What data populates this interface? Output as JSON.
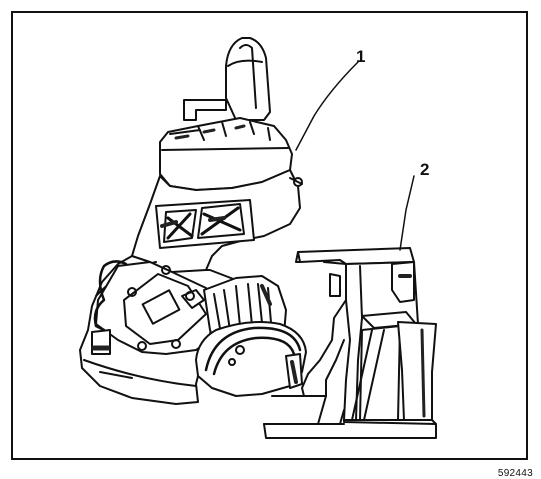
{
  "callouts": [
    {
      "label": "1"
    },
    {
      "label": "2"
    }
  ],
  "figure_number": "592443",
  "colors": {
    "line": "#111111",
    "fill": "#ffffff",
    "shade": "#222222"
  }
}
